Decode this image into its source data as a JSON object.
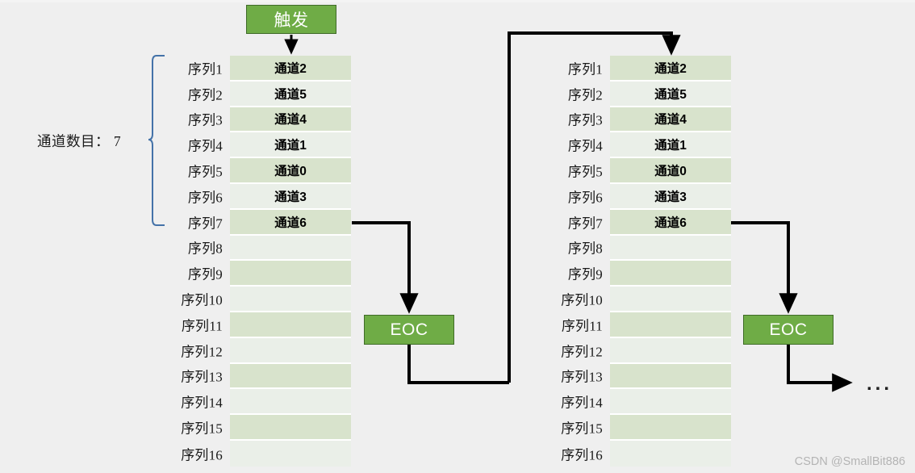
{
  "meta": {
    "background_color": "#efefef",
    "accent_green": "#6FAC46",
    "row_color_odd": "#D8E3CC",
    "row_color_even": "#EAEFE8",
    "bracket_color": "#4472A8",
    "connector_color": "#000000"
  },
  "trigger": {
    "label": "触发"
  },
  "eoc_left": {
    "label": "EOC"
  },
  "eoc_right": {
    "label": "EOC"
  },
  "channel_count": {
    "text": "通道数目： 7"
  },
  "sequence_labels": [
    "序列1",
    "序列2",
    "序列3",
    "序列4",
    "序列5",
    "序列6",
    "序列7",
    "序列8",
    "序列9",
    "序列10",
    "序列11",
    "序列12",
    "序列13",
    "序列14",
    "序列15",
    "序列16"
  ],
  "table_left": {
    "channels": [
      "通道2",
      "通道5",
      "通道4",
      "通道1",
      "通道0",
      "通道3",
      "通道6",
      "",
      "",
      "",
      "",
      "",
      "",
      "",
      "",
      ""
    ]
  },
  "table_right": {
    "channels": [
      "通道2",
      "通道5",
      "通道4",
      "通道1",
      "通道0",
      "通道3",
      "通道6",
      "",
      "",
      "",
      "",
      "",
      "",
      "",
      "",
      ""
    ]
  },
  "ellipsis": {
    "text": "..."
  },
  "watermark": {
    "text": "CSDN @SmallBit886"
  }
}
